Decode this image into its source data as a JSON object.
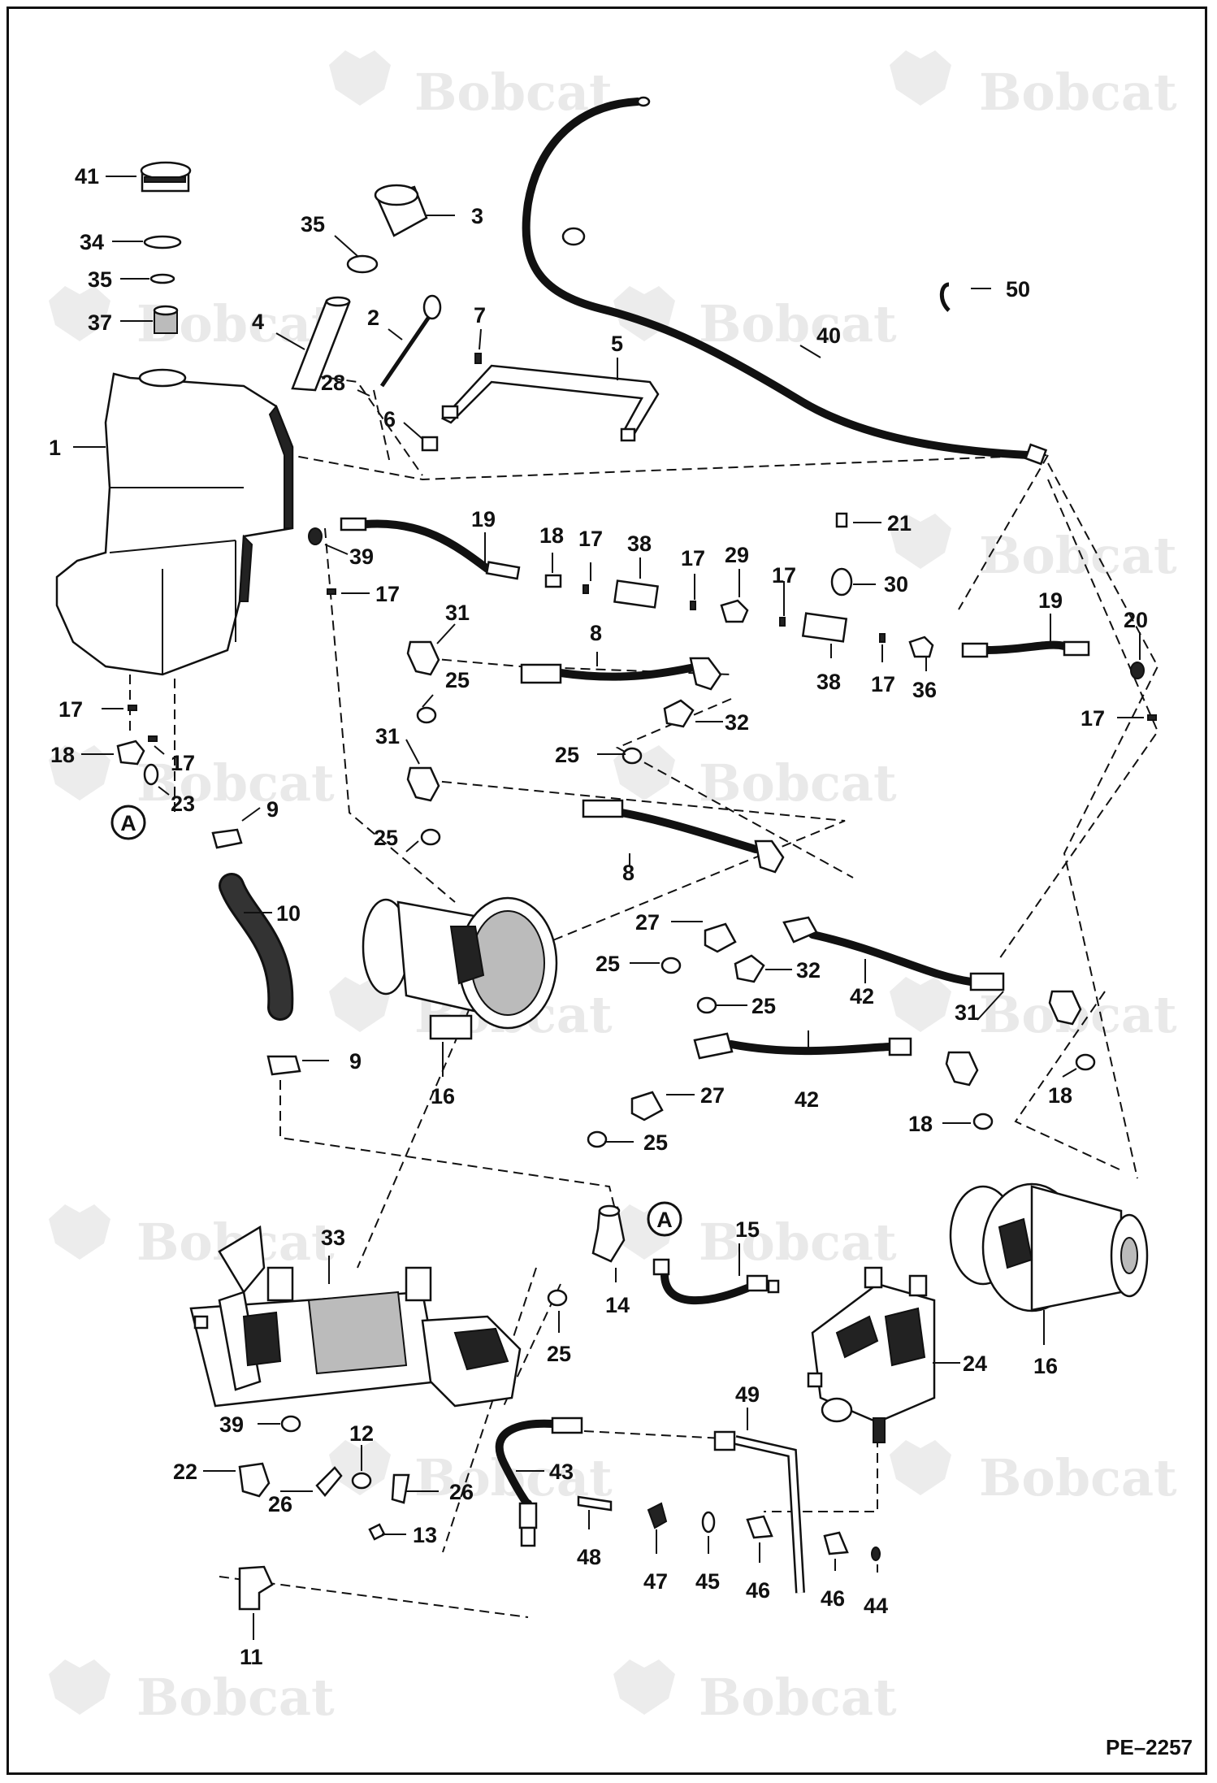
{
  "diagram": {
    "reference": "PE–2257",
    "watermark": "Bobcat",
    "callouts": [
      {
        "id": "c41",
        "label": "41"
      },
      {
        "id": "c34",
        "label": "34"
      },
      {
        "id": "c35a",
        "label": "35"
      },
      {
        "id": "c37",
        "label": "37"
      },
      {
        "id": "c1",
        "label": "1"
      },
      {
        "id": "c35b",
        "label": "35"
      },
      {
        "id": "c3",
        "label": "3"
      },
      {
        "id": "c4",
        "label": "4"
      },
      {
        "id": "c2",
        "label": "2"
      },
      {
        "id": "c7",
        "label": "7"
      },
      {
        "id": "c28",
        "label": "28"
      },
      {
        "id": "c5",
        "label": "5"
      },
      {
        "id": "c6",
        "label": "6"
      },
      {
        "id": "c40",
        "label": "40"
      },
      {
        "id": "c50",
        "label": "50"
      },
      {
        "id": "c21",
        "label": "21"
      },
      {
        "id": "c19a",
        "label": "19"
      },
      {
        "id": "c18a",
        "label": "18"
      },
      {
        "id": "c17a",
        "label": "17"
      },
      {
        "id": "c38a",
        "label": "38"
      },
      {
        "id": "c17b",
        "label": "17"
      },
      {
        "id": "c29",
        "label": "29"
      },
      {
        "id": "c17c",
        "label": "17"
      },
      {
        "id": "c30",
        "label": "30"
      },
      {
        "id": "c39a",
        "label": "39"
      },
      {
        "id": "c17d",
        "label": "17"
      },
      {
        "id": "c31a",
        "label": "31"
      },
      {
        "id": "c8a",
        "label": "8"
      },
      {
        "id": "c38b",
        "label": "38"
      },
      {
        "id": "c17e",
        "label": "17"
      },
      {
        "id": "c36",
        "label": "36"
      },
      {
        "id": "c19b",
        "label": "19"
      },
      {
        "id": "c20",
        "label": "20"
      },
      {
        "id": "c25a",
        "label": "25"
      },
      {
        "id": "c32a",
        "label": "32"
      },
      {
        "id": "c17f",
        "label": "17"
      },
      {
        "id": "c17g",
        "label": "17"
      },
      {
        "id": "c25b",
        "label": "25"
      },
      {
        "id": "c18b",
        "label": "18"
      },
      {
        "id": "c17h",
        "label": "17"
      },
      {
        "id": "c31b",
        "label": "31"
      },
      {
        "id": "c23",
        "label": "23"
      },
      {
        "id": "cA1",
        "label": "A"
      },
      {
        "id": "c9a",
        "label": "9"
      },
      {
        "id": "c25c",
        "label": "25"
      },
      {
        "id": "c8b",
        "label": "8"
      },
      {
        "id": "c10",
        "label": "10"
      },
      {
        "id": "c27a",
        "label": "27"
      },
      {
        "id": "c25d",
        "label": "25"
      },
      {
        "id": "c32b",
        "label": "32"
      },
      {
        "id": "c42a",
        "label": "42"
      },
      {
        "id": "c25e",
        "label": "25"
      },
      {
        "id": "c31c",
        "label": "31"
      },
      {
        "id": "c9b",
        "label": "9"
      },
      {
        "id": "c16a",
        "label": "16"
      },
      {
        "id": "c42b",
        "label": "42"
      },
      {
        "id": "c18c",
        "label": "18"
      },
      {
        "id": "c27b",
        "label": "27"
      },
      {
        "id": "c18d",
        "label": "18"
      },
      {
        "id": "c25f",
        "label": "25"
      },
      {
        "id": "c33",
        "label": "33"
      },
      {
        "id": "cA2",
        "label": "A"
      },
      {
        "id": "c15",
        "label": "15"
      },
      {
        "id": "c14",
        "label": "14"
      },
      {
        "id": "c25g",
        "label": "25"
      },
      {
        "id": "c24",
        "label": "24"
      },
      {
        "id": "c16b",
        "label": "16"
      },
      {
        "id": "c49",
        "label": "49"
      },
      {
        "id": "c39b",
        "label": "39"
      },
      {
        "id": "c12",
        "label": "12"
      },
      {
        "id": "c22",
        "label": "22"
      },
      {
        "id": "c43",
        "label": "43"
      },
      {
        "id": "c26a",
        "label": "26"
      },
      {
        "id": "c26b",
        "label": "26"
      },
      {
        "id": "c13",
        "label": "13"
      },
      {
        "id": "c48",
        "label": "48"
      },
      {
        "id": "c47",
        "label": "47"
      },
      {
        "id": "c45",
        "label": "45"
      },
      {
        "id": "c46a",
        "label": "46"
      },
      {
        "id": "c46b",
        "label": "46"
      },
      {
        "id": "c44",
        "label": "44"
      },
      {
        "id": "c11",
        "label": "11"
      }
    ]
  }
}
